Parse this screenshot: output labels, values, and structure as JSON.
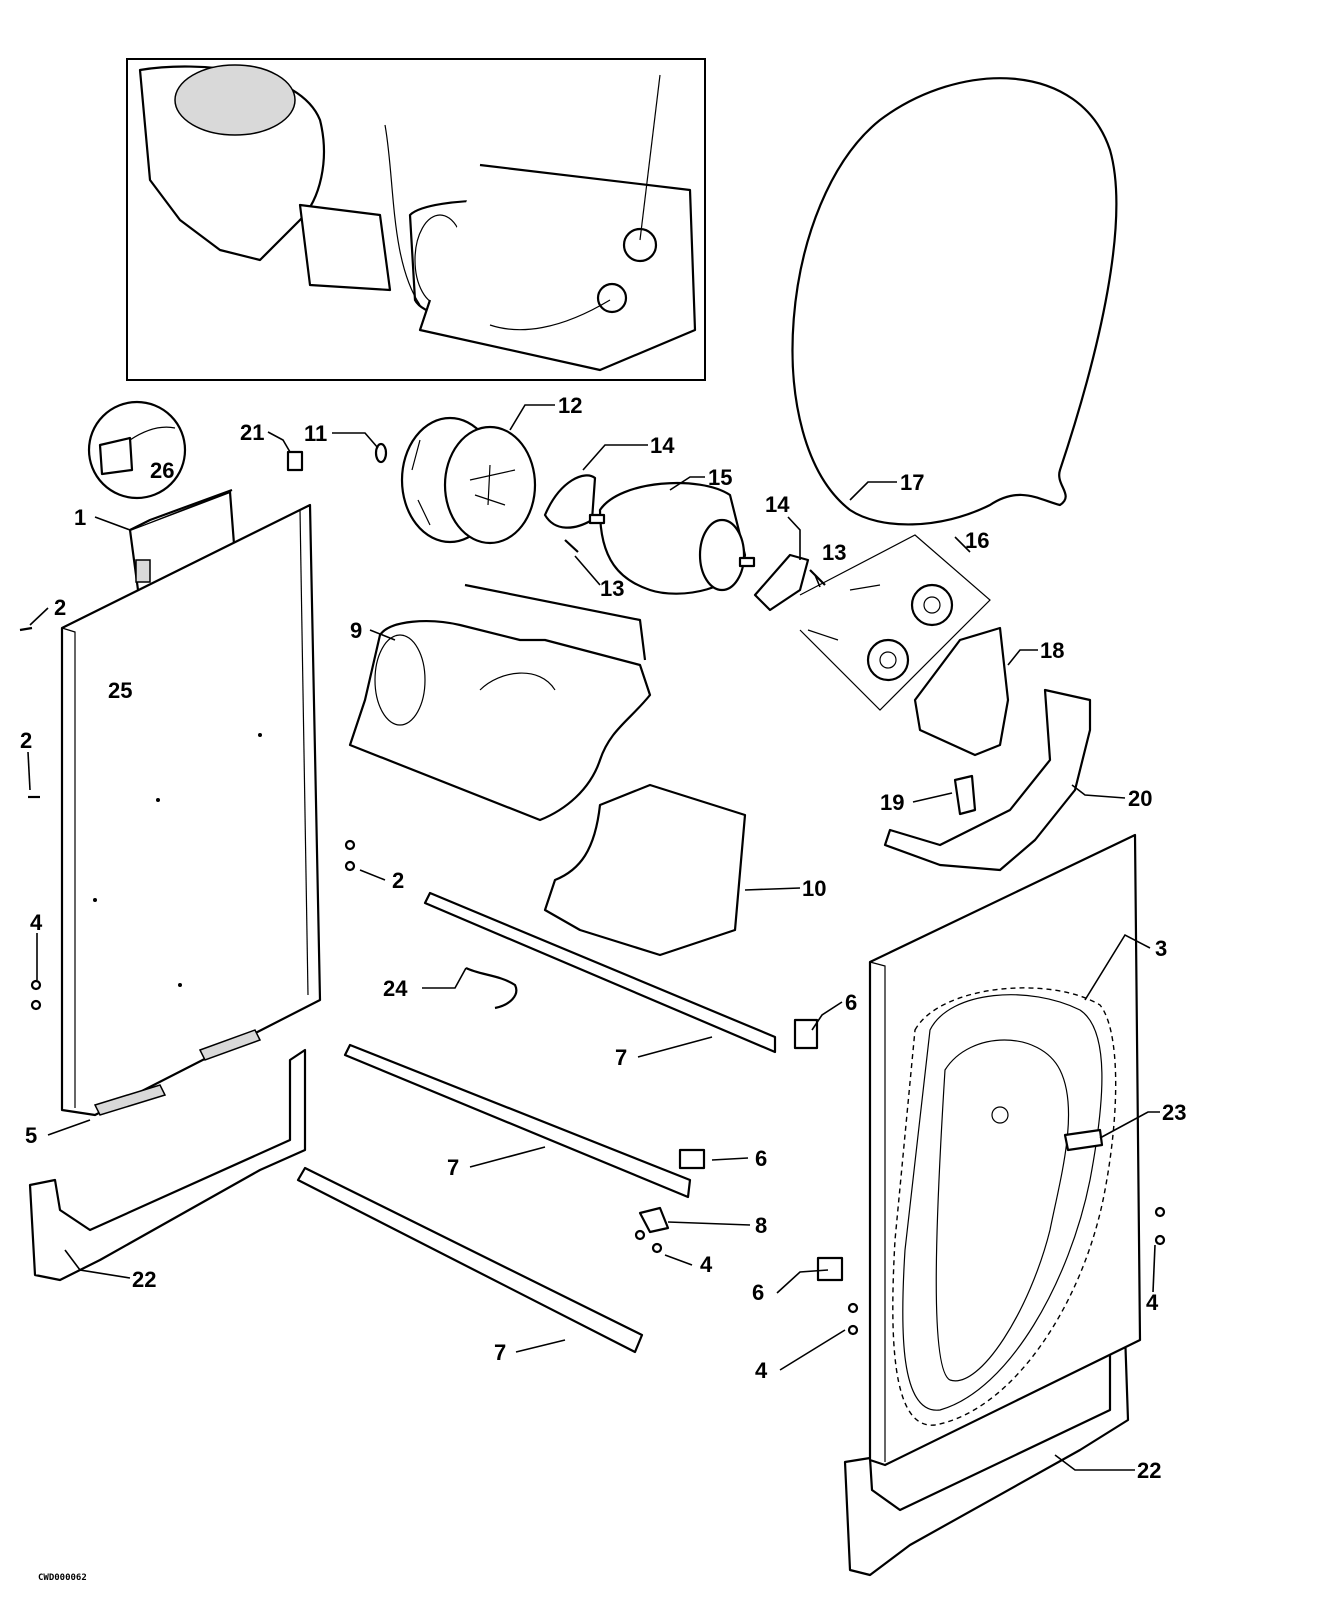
{
  "diagram": {
    "labels": [
      {
        "id": "1",
        "text": "1"
      },
      {
        "id": "2a",
        "text": "2"
      },
      {
        "id": "2b",
        "text": "2"
      },
      {
        "id": "2c",
        "text": "2"
      },
      {
        "id": "3",
        "text": "3"
      },
      {
        "id": "4a",
        "text": "4"
      },
      {
        "id": "4b",
        "text": "4"
      },
      {
        "id": "4c",
        "text": "4"
      },
      {
        "id": "4d",
        "text": "4"
      },
      {
        "id": "5",
        "text": "5"
      },
      {
        "id": "6a",
        "text": "6"
      },
      {
        "id": "6b",
        "text": "6"
      },
      {
        "id": "6c",
        "text": "6"
      },
      {
        "id": "7a",
        "text": "7"
      },
      {
        "id": "7b",
        "text": "7"
      },
      {
        "id": "7c",
        "text": "7"
      },
      {
        "id": "8",
        "text": "8"
      },
      {
        "id": "9",
        "text": "9"
      },
      {
        "id": "10",
        "text": "10"
      },
      {
        "id": "11",
        "text": "11"
      },
      {
        "id": "12",
        "text": "12"
      },
      {
        "id": "13a",
        "text": "13"
      },
      {
        "id": "13b",
        "text": "13"
      },
      {
        "id": "14a",
        "text": "14"
      },
      {
        "id": "14b",
        "text": "14"
      },
      {
        "id": "15",
        "text": "15"
      },
      {
        "id": "16",
        "text": "16"
      },
      {
        "id": "17",
        "text": "17"
      },
      {
        "id": "18",
        "text": "18"
      },
      {
        "id": "19",
        "text": "19"
      },
      {
        "id": "20",
        "text": "20"
      },
      {
        "id": "21",
        "text": "21"
      },
      {
        "id": "22a",
        "text": "22"
      },
      {
        "id": "22b",
        "text": "22"
      },
      {
        "id": "23",
        "text": "23"
      },
      {
        "id": "24",
        "text": "24"
      },
      {
        "id": "25",
        "text": "25"
      },
      {
        "id": "26",
        "text": "26"
      }
    ],
    "footer_code": "CWD000062"
  }
}
